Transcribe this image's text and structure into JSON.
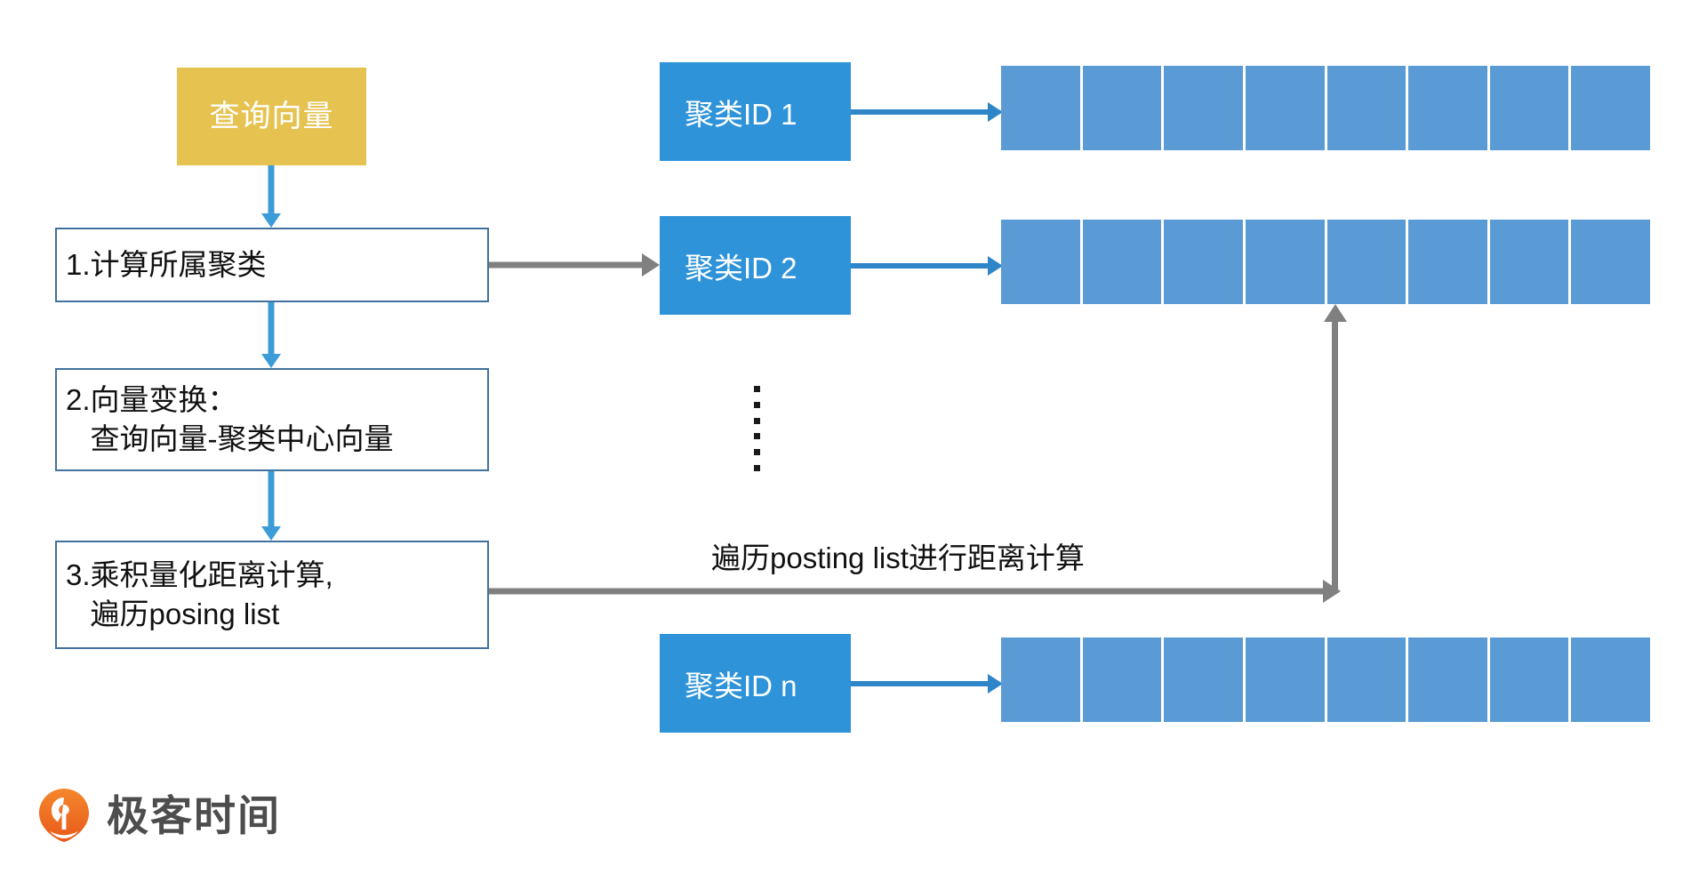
{
  "diagram": {
    "title": "IVFPQ query flow",
    "colors": {
      "query_box_fill": "#E6C351",
      "cluster_box_fill": "#2E93D9",
      "posting_cell_fill": "#5B9BD5",
      "process_box_border": "#41719C",
      "blue_arrow": "#3C9CD7",
      "gray_arrow": "#808080",
      "logo_orange": "#F07A22",
      "logo_text": "#4D4D4D"
    },
    "query_box": {
      "label": "查询向量"
    },
    "process_steps": [
      {
        "id": "step-1",
        "label": "1.计算所属聚类"
      },
      {
        "id": "step-2",
        "label": "2.向量变换：\n   查询向量-聚类中心向量"
      },
      {
        "id": "step-3",
        "label": "3.乘积量化距离计算,\n   遍历posing list"
      }
    ],
    "clusters": [
      {
        "id": "cluster-1",
        "label": "聚类ID 1",
        "cell_count": 8
      },
      {
        "id": "cluster-2",
        "label": "聚类ID 2",
        "cell_count": 8
      },
      {
        "id": "cluster-n",
        "label": "聚类ID n",
        "cell_count": 8
      }
    ],
    "ellipsis": {
      "dot_count": 6
    },
    "caption": "遍历posting list进行距离计算",
    "logo": {
      "text": "极客时间",
      "mark": "geektime-logo-icon"
    }
  }
}
